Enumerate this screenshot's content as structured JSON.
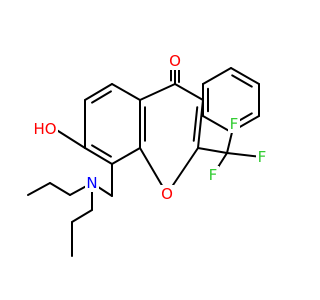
{
  "colors": {
    "carbon_bond": "#000000",
    "oxygen": "#ff0000",
    "nitrogen": "#0000ff",
    "fluorine": "#33cc33",
    "background": "#ffffff"
  },
  "atom_labels": {
    "carbonyl_o": "O",
    "ring_o": "O",
    "hydroxyl": "HO",
    "amine_n": "N",
    "f1": "F",
    "f2": "F",
    "f3": "F"
  }
}
